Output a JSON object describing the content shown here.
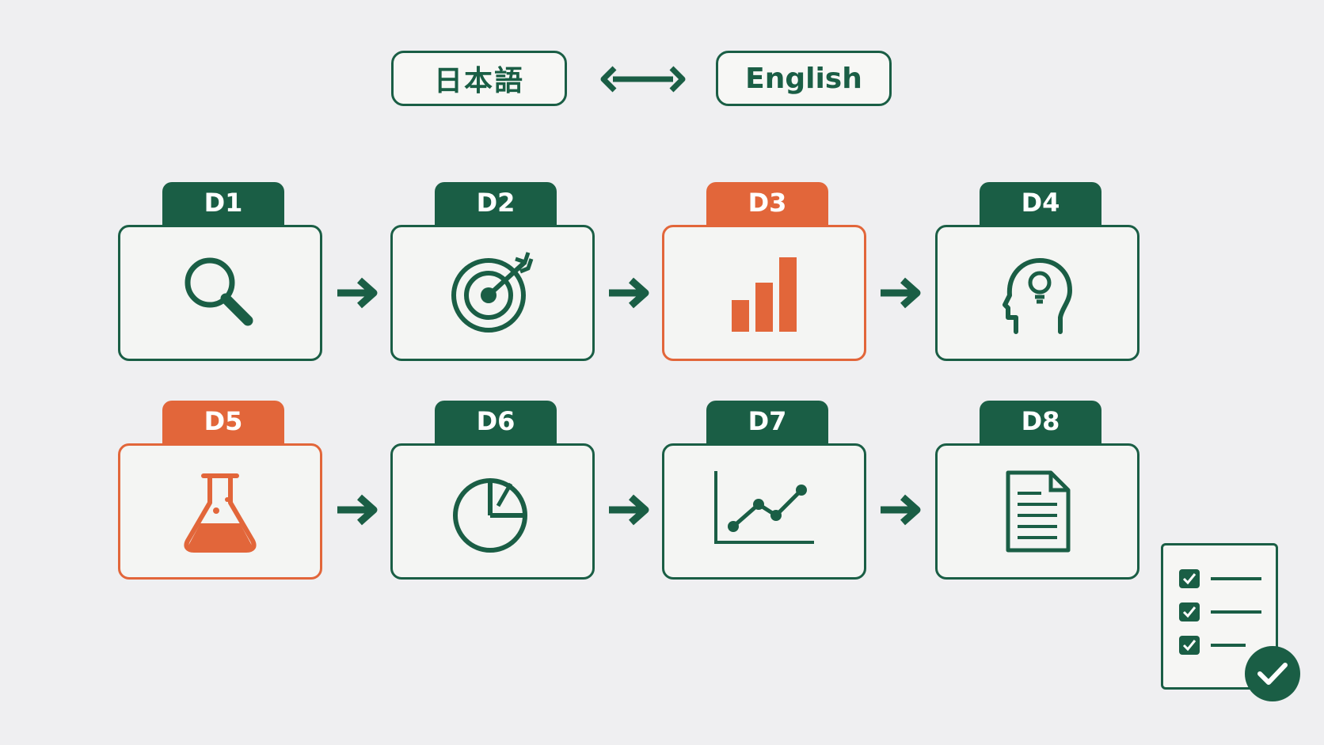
{
  "languages": {
    "source": "日本語",
    "target": "English"
  },
  "steps": [
    {
      "id": "D1",
      "icon": "magnifier-icon",
      "highlight": false
    },
    {
      "id": "D2",
      "icon": "target-arrow-icon",
      "highlight": false
    },
    {
      "id": "D3",
      "icon": "bar-chart-icon",
      "highlight": true
    },
    {
      "id": "D4",
      "icon": "head-lightbulb-icon",
      "highlight": false
    },
    {
      "id": "D5",
      "icon": "flask-icon",
      "highlight": true
    },
    {
      "id": "D6",
      "icon": "pie-chart-icon",
      "highlight": false
    },
    {
      "id": "D7",
      "icon": "line-chart-icon",
      "highlight": false
    },
    {
      "id": "D8",
      "icon": "document-icon",
      "highlight": false
    }
  ],
  "colors": {
    "primary": "#1a5e45",
    "accent": "#e2663a",
    "background": "#efeff1"
  },
  "decor": {
    "checklist_icon": "checklist-icon",
    "checkmark_icon": "checkmark-badge-icon"
  }
}
